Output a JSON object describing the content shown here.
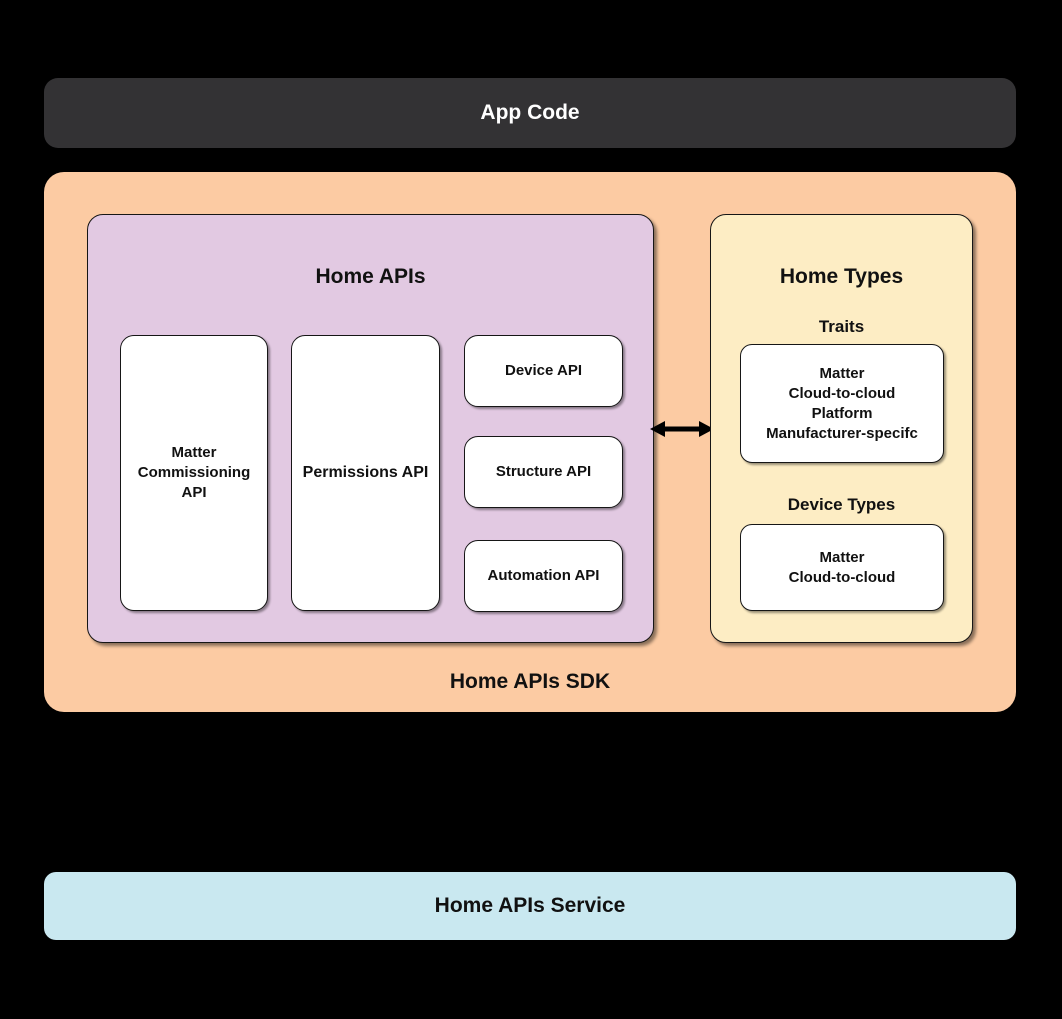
{
  "colors": {
    "background": "#000000",
    "app_code_bg": "#333234",
    "app_code_text": "#FFFFFF",
    "sdk_bg": "#FCCBA3",
    "home_apis_bg": "#E2C9E2",
    "home_types_bg": "#FDEDC4",
    "card_bg": "#FFFFFF",
    "service_bg": "#C9E8F0",
    "text": "#111111",
    "arrow": "#000000"
  },
  "app_code": {
    "label": "App Code"
  },
  "sdk": {
    "label": "Home APIs SDK",
    "home_apis": {
      "title": "Home APIs",
      "matter_commissioning_api": "Matter\nCommissioning\nAPI",
      "permissions_api": "Permissions API",
      "device_api": "Device API",
      "structure_api": "Structure API",
      "automation_api": "Automation API"
    },
    "connection": {
      "type": "bidirectional-arrow"
    },
    "home_types": {
      "title": "Home Types",
      "traits_label": "Traits",
      "traits_items": "Matter\nCloud-to-cloud\nPlatform\nManufacturer-specifc",
      "device_types_label": "Device Types",
      "device_types_items": "Matter\nCloud-to-cloud"
    }
  },
  "service": {
    "label": "Home APIs Service"
  }
}
